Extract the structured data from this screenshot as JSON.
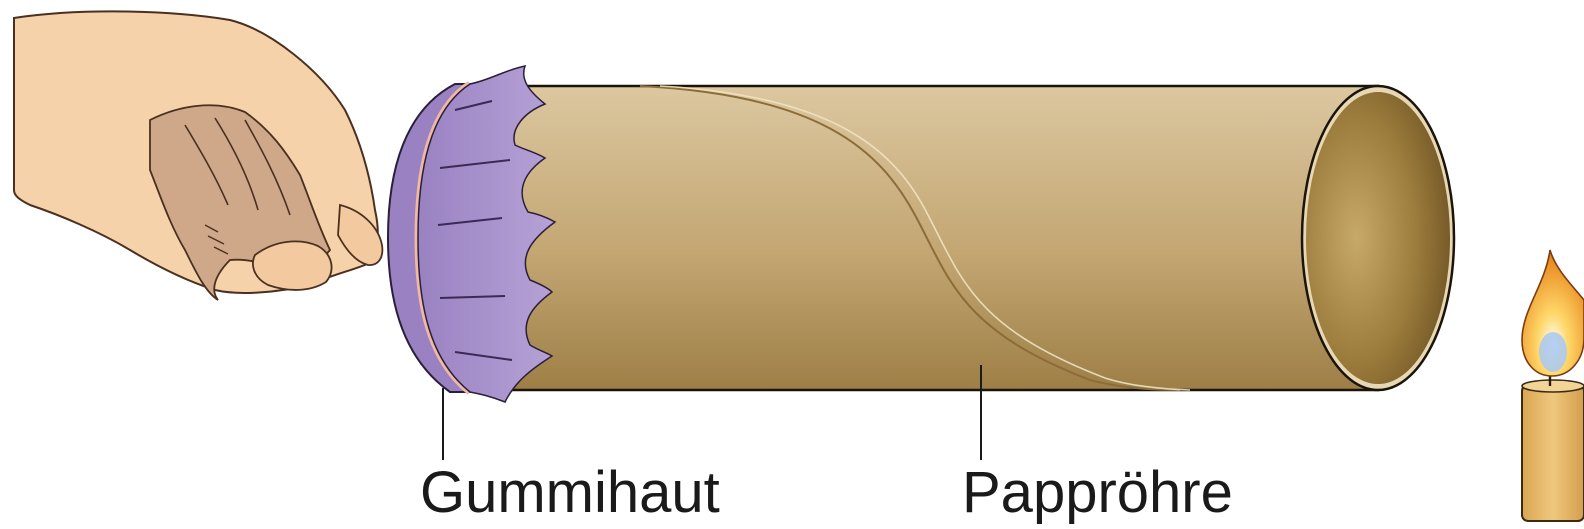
{
  "labels": {
    "membrane": "Gummihaut",
    "tube": "Pappröhre"
  },
  "objects": {
    "hand": "hand",
    "membrane": "rubber-membrane",
    "tube": "cardboard-tube",
    "candle": "candle",
    "flame": "flame"
  },
  "colors": {
    "tube_light": "#d8c39a",
    "tube_dark": "#a8894f",
    "tube_inside": "#8a6b2e",
    "membrane": "#a48fc8",
    "membrane_edge": "#f0b8a0",
    "skin": "#f6d2aa",
    "skin_shadow": "#cfa88a",
    "flame_outer": "#f0a030",
    "flame_inner": "#a8c8f0",
    "candle_body": "#e6b868"
  }
}
